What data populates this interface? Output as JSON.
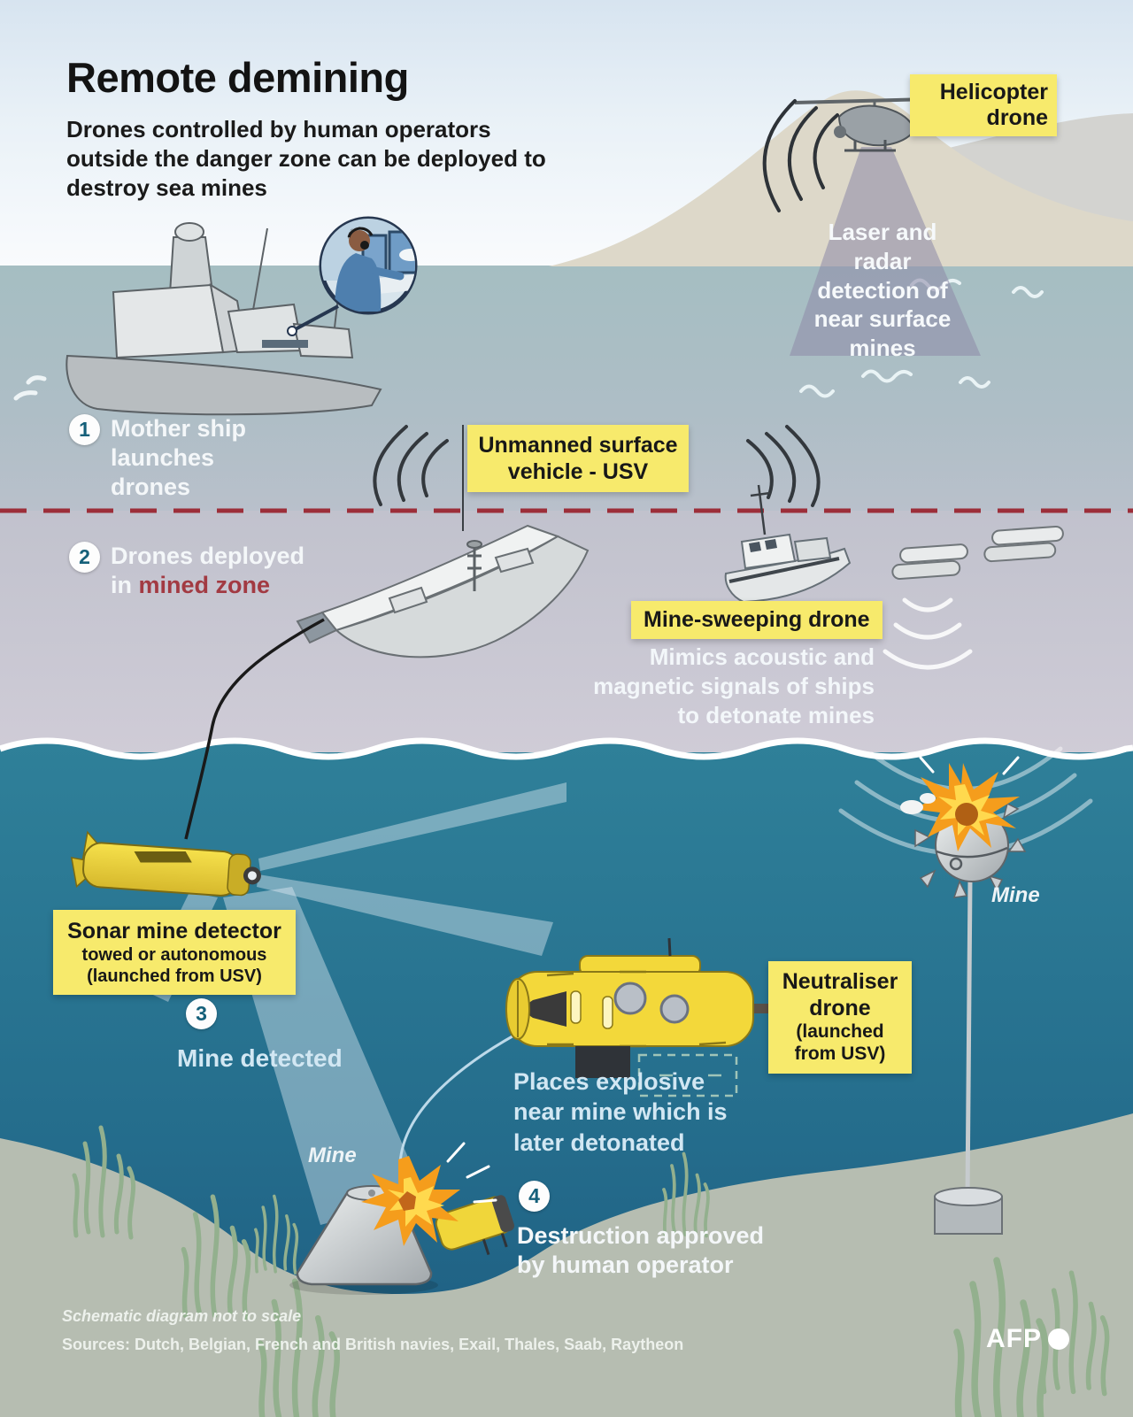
{
  "title": "Remote demining",
  "subtitle": "Drones controlled by human operators outside the danger zone can be deployed to destroy sea mines",
  "callouts": {
    "helicopter_drone": "Helicopter drone",
    "laser_detection": "Laser and radar detection of near surface mines",
    "usv": "Unmanned surface vehicle - USV",
    "mine_sweeping_drone": "Mine-sweeping drone",
    "mine_sweeping_desc": "Mimics acoustic and magnetic signals of ships to detonate mines",
    "sonar_detector_title": "Sonar mine detector",
    "sonar_detector_line2": "towed or autonomous",
    "sonar_detector_line3": "(launched from USV)",
    "neutraliser_title": "Neutraliser drone",
    "neutraliser_sub": "(launched from USV)",
    "places_explosive": "Places explosive near mine which is later detonated",
    "mine_label_right": "Mine",
    "mine_label_bottom": "Mine"
  },
  "steps": {
    "step1": {
      "num": "1",
      "text": "Mother ship launches drones"
    },
    "step2": {
      "num": "2",
      "line1": "Drones deployed",
      "line2_prefix": "in ",
      "line2_highlight": "mined zone"
    },
    "step3": {
      "num": "3",
      "text": "Mine detected"
    },
    "step4": {
      "num": "4",
      "text": "Destruction approved by human operator"
    }
  },
  "footer": {
    "note": "Schematic diagram not to scale",
    "sources": "Sources: Dutch, Belgian, French and British navies, Exail, Thales, Saab, Raytheon",
    "credit": "AFP"
  },
  "colors": {
    "label_yellow": "#f7ea6c",
    "mined_zone_red": "#a23a42",
    "dashed_line_red": "#9c2e39",
    "step_number_teal": "#15607a",
    "underwater_teal": "#2a7c95",
    "seabed_green_gray": "#b6bdb1",
    "drone_yellow": "#f2d93a"
  }
}
